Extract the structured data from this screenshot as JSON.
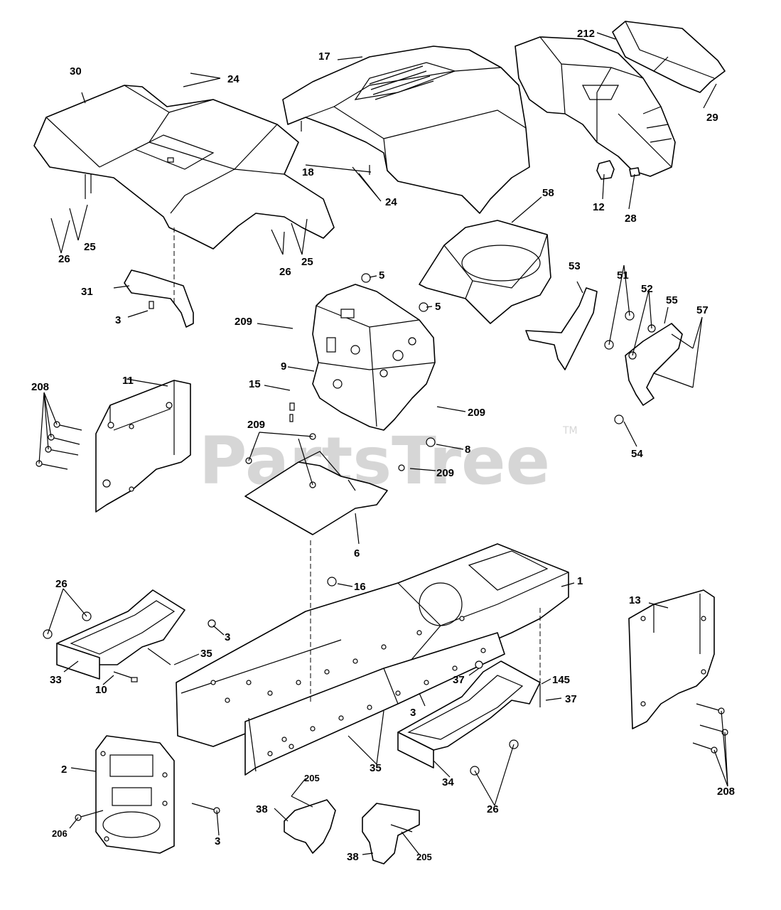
{
  "watermark": {
    "brand": "PartsTree",
    "trademark": "TM"
  },
  "callouts": {
    "c1": "1",
    "c2": "2",
    "c3a": "3",
    "c3b": "3",
    "c3c": "3",
    "c3d": "3",
    "c5a": "5",
    "c5b": "5",
    "c6": "6",
    "c8": "8",
    "c9": "9",
    "c10": "10",
    "c11": "11",
    "c12": "12",
    "c13": "13",
    "c15": "15",
    "c16": "16",
    "c17": "17",
    "c18": "18",
    "c24a": "24",
    "c24b": "24",
    "c25a": "25",
    "c25b": "25",
    "c26a": "26",
    "c26b": "26",
    "c26c": "26",
    "c26d": "26",
    "c28": "28",
    "c29": "29",
    "c30": "30",
    "c31": "31",
    "c33": "33",
    "c34": "34",
    "c35a": "35",
    "c35b": "35",
    "c37a": "37",
    "c37b": "37",
    "c38a": "38",
    "c38b": "38",
    "c51": "51",
    "c52": "52",
    "c53": "53",
    "c54": "54",
    "c55": "55",
    "c57": "57",
    "c58": "58",
    "c145": "145",
    "c205a": "205",
    "c205b": "205",
    "c206": "206",
    "c208a": "208",
    "c208b": "208",
    "c209a": "209",
    "c209b": "209",
    "c209c": "209",
    "c209d": "209",
    "c212": "212"
  },
  "colors": {
    "line": "#000000",
    "background": "#ffffff",
    "watermark": "#d6d6d6"
  }
}
